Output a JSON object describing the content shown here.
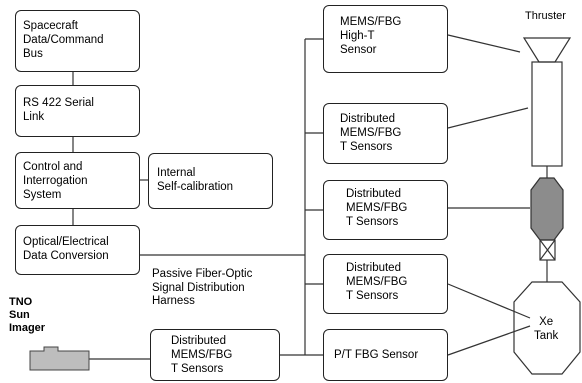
{
  "boxes": {
    "spacecraft_bus": [
      "Spacecraft",
      "Data/Command",
      "Bus"
    ],
    "rs422": [
      "RS 422 Serial",
      "Link"
    ],
    "control": [
      "Control and",
      "Interrogation",
      "System"
    ],
    "selfcal": [
      "Internal",
      "Self-calibration"
    ],
    "optical": [
      "Optical/Electrical",
      "Data Conversion"
    ],
    "high_t": [
      "MEMS/FBG",
      "High-T",
      "Sensor"
    ],
    "dist_1": [
      "Distributed",
      "MEMS/FBG",
      "T Sensors"
    ],
    "dist_2": [
      "Distributed",
      "MEMS/FBG",
      "T Sensors"
    ],
    "dist_3": [
      "Distributed",
      "MEMS/FBG",
      "T Sensors"
    ],
    "pt_fbg": [
      "P/T FBG Sensor"
    ],
    "dist_bottom": [
      "Distributed",
      "MEMS/FBG",
      "T Sensors"
    ]
  },
  "labels": {
    "harness": [
      "Passive Fiber-Optic",
      "Signal Distribution",
      "Harness"
    ],
    "thruster": "Thruster",
    "tno": [
      "TNO",
      "Sun",
      "Imager"
    ],
    "tank": [
      "Xe",
      "Tank"
    ]
  }
}
